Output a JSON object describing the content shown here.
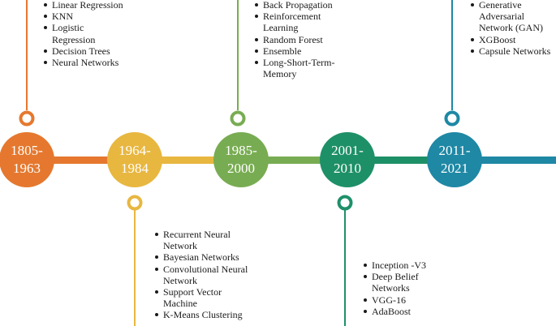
{
  "colors": {
    "era1": "#E5782E",
    "era2": "#E8B740",
    "era3": "#78AC52",
    "era4": "#1E9068",
    "era5": "#1E88A5",
    "tail": "#1E88A5"
  },
  "eras": [
    {
      "label_line1": "1805-",
      "label_line2": "1963",
      "items": [
        "Linear Regression",
        "KNN",
        "Logistic",
        "Regression",
        "Decision Trees",
        "Neural Networks"
      ],
      "item_bullets": [
        true,
        true,
        true,
        false,
        true,
        true
      ]
    },
    {
      "label_line1": "1964-",
      "label_line2": "1984",
      "items": [
        "Recurrent Neural",
        "Network",
        "Bayesian Networks",
        "Convolutional Neural",
        "Network",
        "Support Vector",
        "Machine",
        "K-Means Clustering"
      ],
      "item_bullets": [
        true,
        false,
        true,
        true,
        false,
        true,
        false,
        true
      ]
    },
    {
      "label_line1": "1985-",
      "label_line2": "2000",
      "items": [
        "Back Propagation",
        "Reinforcement",
        "Learning",
        "Random Forest",
        "Ensemble",
        "Long-Short-Term-",
        "Memory"
      ],
      "item_bullets": [
        true,
        true,
        false,
        true,
        true,
        true,
        false
      ]
    },
    {
      "label_line1": "2001-",
      "label_line2": "2010",
      "items": [
        "Inception -V3",
        "Deep Belief",
        "Networks",
        "VGG-16",
        "AdaBoost"
      ],
      "item_bullets": [
        true,
        true,
        false,
        true,
        true
      ]
    },
    {
      "label_line1": "2011-",
      "label_line2": "2021",
      "items": [
        "Generative",
        "Adversarial",
        "Network (GAN)",
        "XGBoost",
        "Capsule Networks"
      ],
      "item_bullets": [
        true,
        false,
        false,
        true,
        true
      ]
    }
  ]
}
